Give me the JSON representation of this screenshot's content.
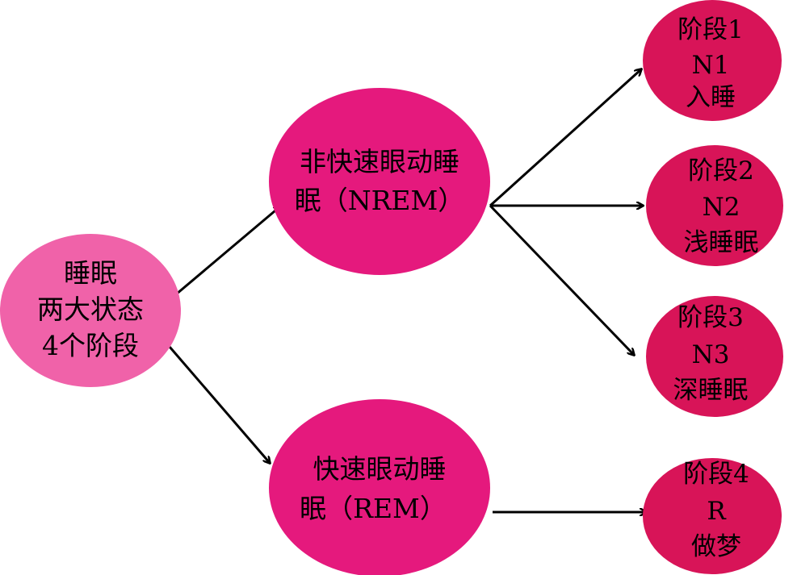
{
  "colors": {
    "root": "#F062A9",
    "state": "#E5197D",
    "stage": "#D81458",
    "arrow": "#000000"
  },
  "root": {
    "lines": [
      "睡眠",
      "两大状态",
      "4个阶段"
    ]
  },
  "nrem": {
    "lines": [
      "非快速眼动睡",
      "眠（NREM）"
    ]
  },
  "rem": {
    "lines": [
      "快速眼动睡",
      "眠（REM）"
    ]
  },
  "stages": [
    {
      "lines": [
        "阶段1",
        "N1",
        "入睡"
      ]
    },
    {
      "lines": [
        "阶段2",
        "N2",
        "浅睡眠"
      ]
    },
    {
      "lines": [
        "阶段3",
        "N3",
        "深睡眠"
      ]
    },
    {
      "lines": [
        "阶段4",
        "R",
        "做梦"
      ]
    }
  ]
}
